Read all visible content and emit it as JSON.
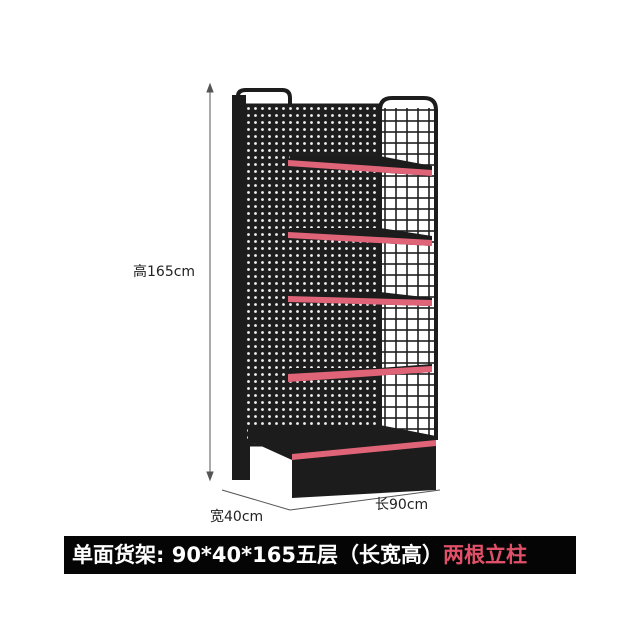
{
  "dimensions": {
    "height_label": "高165cm",
    "width_label": "宽40cm",
    "length_label": "长90cm"
  },
  "banner": {
    "main_text": "单面货架: 90*40*165五层（长宽高）",
    "highlight_text": "两根立柱",
    "highlight_color": "#e05068"
  },
  "product": {
    "shelf_count": 5,
    "body_color": "#1c1c1c",
    "shelf_edge_color": "#e06478"
  }
}
